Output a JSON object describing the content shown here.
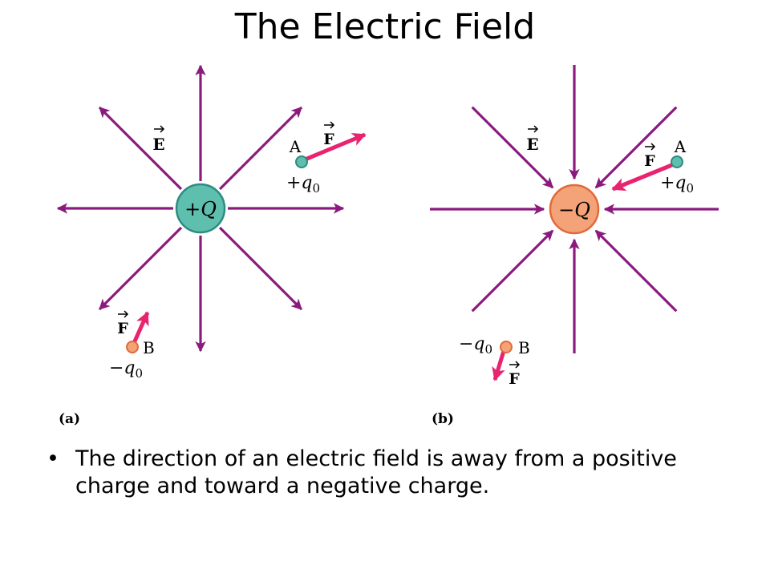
{
  "slide": {
    "title": "The Electric Field",
    "bullets": [
      "The direction of an electric field is away from a positive charge and toward a negative charge."
    ],
    "bullet_symbol": "•"
  },
  "diagram": {
    "colors": {
      "field_line": "#8b1a7e",
      "force_arrow": "#e8246f",
      "positive_charge": "#5fbfae",
      "negative_charge": "#f4a277",
      "positive_stroke": "#2c8c80",
      "negative_stroke": "#e06a3a"
    },
    "panel_a": {
      "label": "(a)",
      "source_charge": "+Q",
      "field_label": "E",
      "test_a": {
        "point": "A",
        "charge": "+q",
        "subscript": "0",
        "force": "F"
      },
      "test_b": {
        "point": "B",
        "charge": "−q",
        "subscript": "0",
        "force": "F"
      }
    },
    "panel_b": {
      "label": "(b)",
      "source_charge": "−Q",
      "field_label": "E",
      "test_a": {
        "point": "A",
        "charge": "+q",
        "subscript": "0",
        "force": "F"
      },
      "test_b": {
        "point": "B",
        "charge": "−q",
        "subscript": "0",
        "force": "F"
      }
    }
  }
}
